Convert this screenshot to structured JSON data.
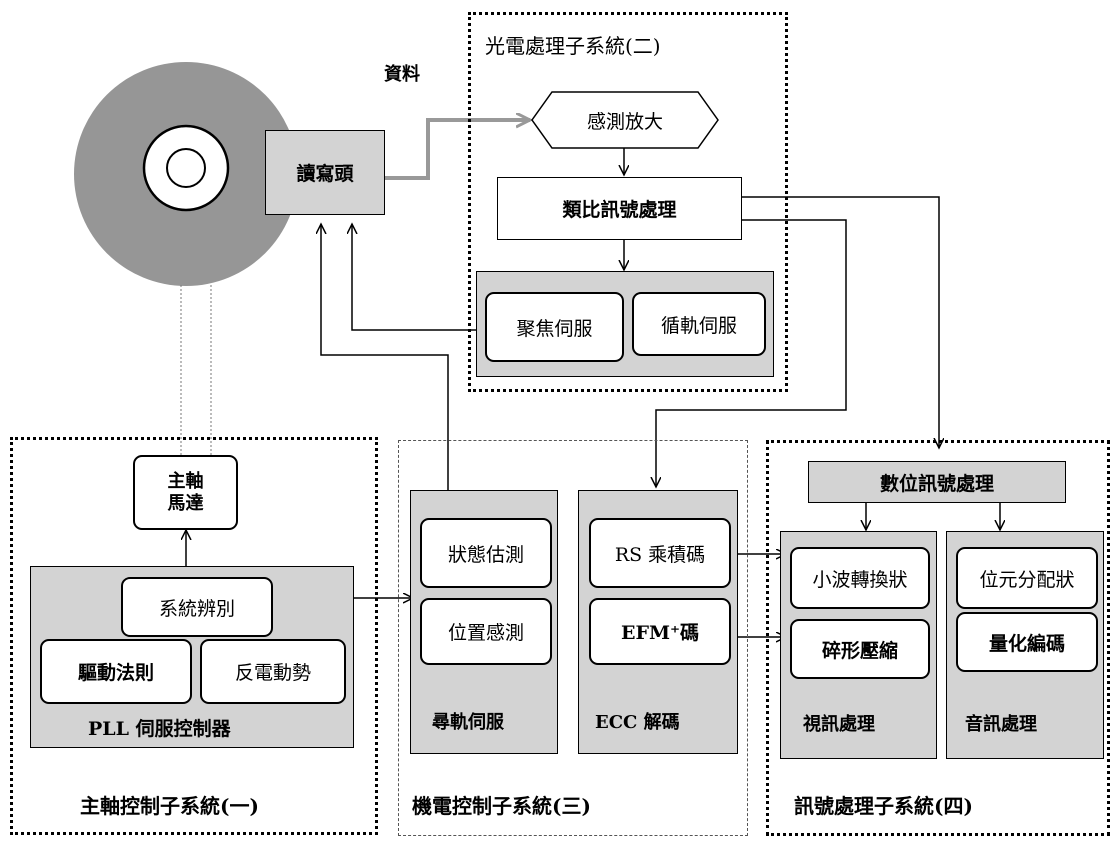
{
  "subsystems": {
    "optical": "光電處理子系統(二)",
    "spindle": "主軸控制子系統(一)",
    "mechatronic": "機電控制子系統(三)",
    "signal": "訊號處理子系統(四)"
  },
  "data_label": "資料",
  "read_write_head": "讀寫頭",
  "sensing_amp": "感測放大",
  "analog_signal": "類比訊號處理",
  "focus_servo": "聚焦伺服",
  "tracking_servo": "循軌伺服",
  "spindle_motor": "主軸\n馬達",
  "system_id": "系統辨別",
  "drive_law": "驅動法則",
  "back_emf": "反電動勢",
  "pll_controller": "PLL 伺服控制器",
  "state_estimation": "狀態估測",
  "position_sensing": "位置感測",
  "track_servo": "尋軌伺服",
  "rs_code": "RS 乘積碼",
  "efm_code": "EFM⁺碼",
  "ecc_decode": "ECC 解碼",
  "digital_signal": "數位訊號處理",
  "wavelet": "小波轉換狀",
  "fractal": "碎形壓縮",
  "video_proc": "視訊處理",
  "bit_alloc": "位元分配狀",
  "quantize": "量化編碼",
  "audio_proc": "音訊處理"
}
